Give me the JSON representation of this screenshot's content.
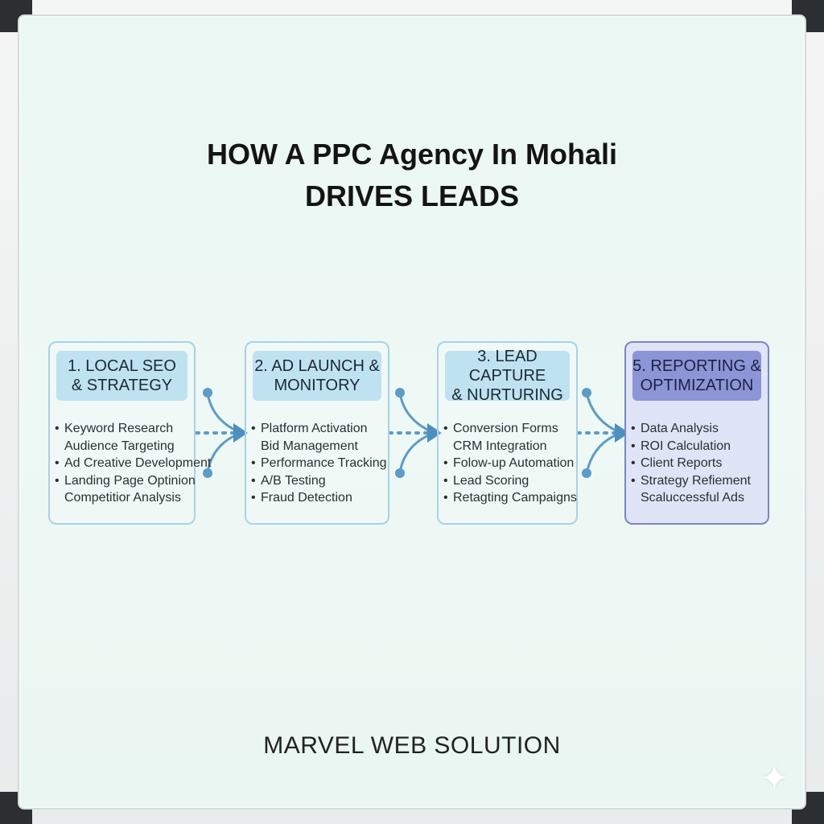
{
  "title": {
    "line1": "HOW A PPC Agency In Mohali",
    "line2": "DRIVES LEADS"
  },
  "steps": [
    {
      "heading": "1. LOCAL SEO\n& STRATEGY",
      "items": [
        "Keyword Research",
        "Audience Targeting",
        "Ad Creative Development",
        "Landing Page Optinion",
        "Competitior Analysis"
      ]
    },
    {
      "heading": "2. AD LAUNCH &\nMONITORY",
      "items": [
        "Platform Activation",
        "Bid Management",
        "Performance Tracking",
        "A/B Testing",
        "Fraud Detection"
      ]
    },
    {
      "heading": "3. LEAD CAPTURE\n& NURTURING",
      "items": [
        "Conversion Forms",
        "CRM Integration",
        "Folow-up Automation",
        "Lead Scoring",
        "Retagting Campaigns"
      ]
    },
    {
      "heading": "5. REPORTING &\nOPTIMIZATION",
      "items": [
        "Data Analysis",
        "ROI Calculation",
        "Client Reports",
        "Strategy Refiement",
        "Scaluccessful Ads"
      ]
    }
  ],
  "footer": "MARVEL WEB SOLUTION",
  "colors": {
    "board": "#eaf7f2",
    "card_border": "#a9d2e6",
    "header_fill": "#bfe2f1",
    "last_card_fill": "#dfe4f6",
    "last_header_fill": "#8c95d6",
    "arrow": "#4d8fbf"
  }
}
